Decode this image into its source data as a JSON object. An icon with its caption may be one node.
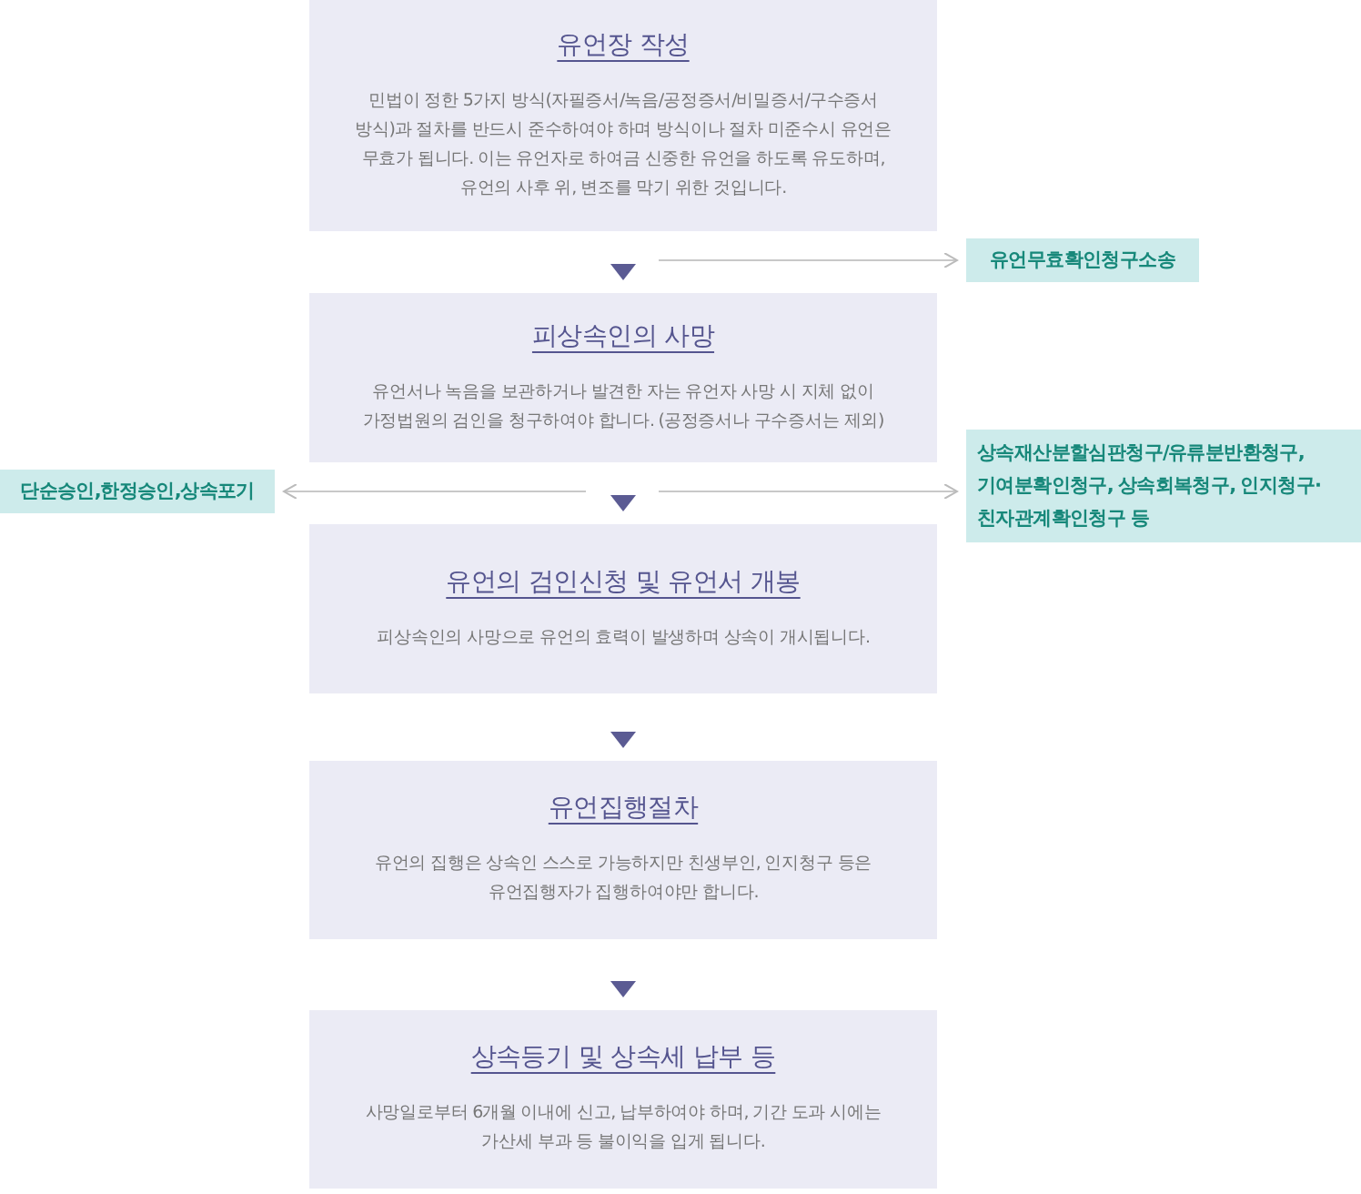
{
  "diagram": {
    "nodes": [
      {
        "text": [
          "유언장 작성",
          "민법이 정한 5가지 방식(자필증서/녹음/공정증서/비밀증서/구수증서 방식)과 절차를 반드시 준수하여야 하며 방식이나 절차 미준수시 유언은 무효가 됩니다. 이는 유언자로 하여금 신중한 유언을 하도록 유도하며, 유언의 사후 위, 변조를 막기 위한 것입니다."
        ]
      },
      {
        "text": [
          "유언무효확인청구소송"
        ]
      },
      {
        "text": [
          "피상속인의 사망",
          "유언서나 녹음을 보관하거나 발견한 자는 유언자 사망 시 지체 없이 가정법원의 검인을 청구하여야 합니다. (공정증서나 구수증서는 제외)"
        ]
      },
      {
        "text": [
          "단순승인,한정승인,상속포기"
        ]
      },
      {
        "text": [
          "상속재산분할심판청구/유류분반환청구, 기여분확인청구, 상속회복청구, 인지청구·친자관계확인청구 등"
        ]
      },
      {
        "text": [
          "유언의 검인신청 및 유언서 개봉",
          "피상속인의 사망으로 유언의 효력이 발생하며 상속이 개시됩니다."
        ]
      },
      {
        "text": [
          "유언집행절차",
          "유언의 집행은 상속인 스스로 가능하지만 친생부인, 인지청구 등은 유언집행자가 집행하여야만 합니다."
        ]
      },
      {
        "text": [
          "상속등기 및 상속세 납부 등",
          "사망일로부터 6개월 이내에 신고, 납부하여야 하며, 기간 도과 시에는 가산세 부과 등 불이익을 입게 됩니다."
        ]
      }
    ],
    "edges": [
      {
        "from": 0,
        "to": 2,
        "arrow": "to"
      },
      {
        "from": null,
        "to": 1,
        "arrow": "to"
      },
      {
        "from": 2,
        "to": 5,
        "arrow": "to"
      },
      {
        "from": null,
        "to": 3,
        "arrow": "to"
      },
      {
        "from": null,
        "to": 4,
        "arrow": "to"
      },
      {
        "from": 5,
        "to": 6,
        "arrow": "to"
      },
      {
        "from": 6,
        "to": 7,
        "arrow": "to"
      }
    ]
  }
}
